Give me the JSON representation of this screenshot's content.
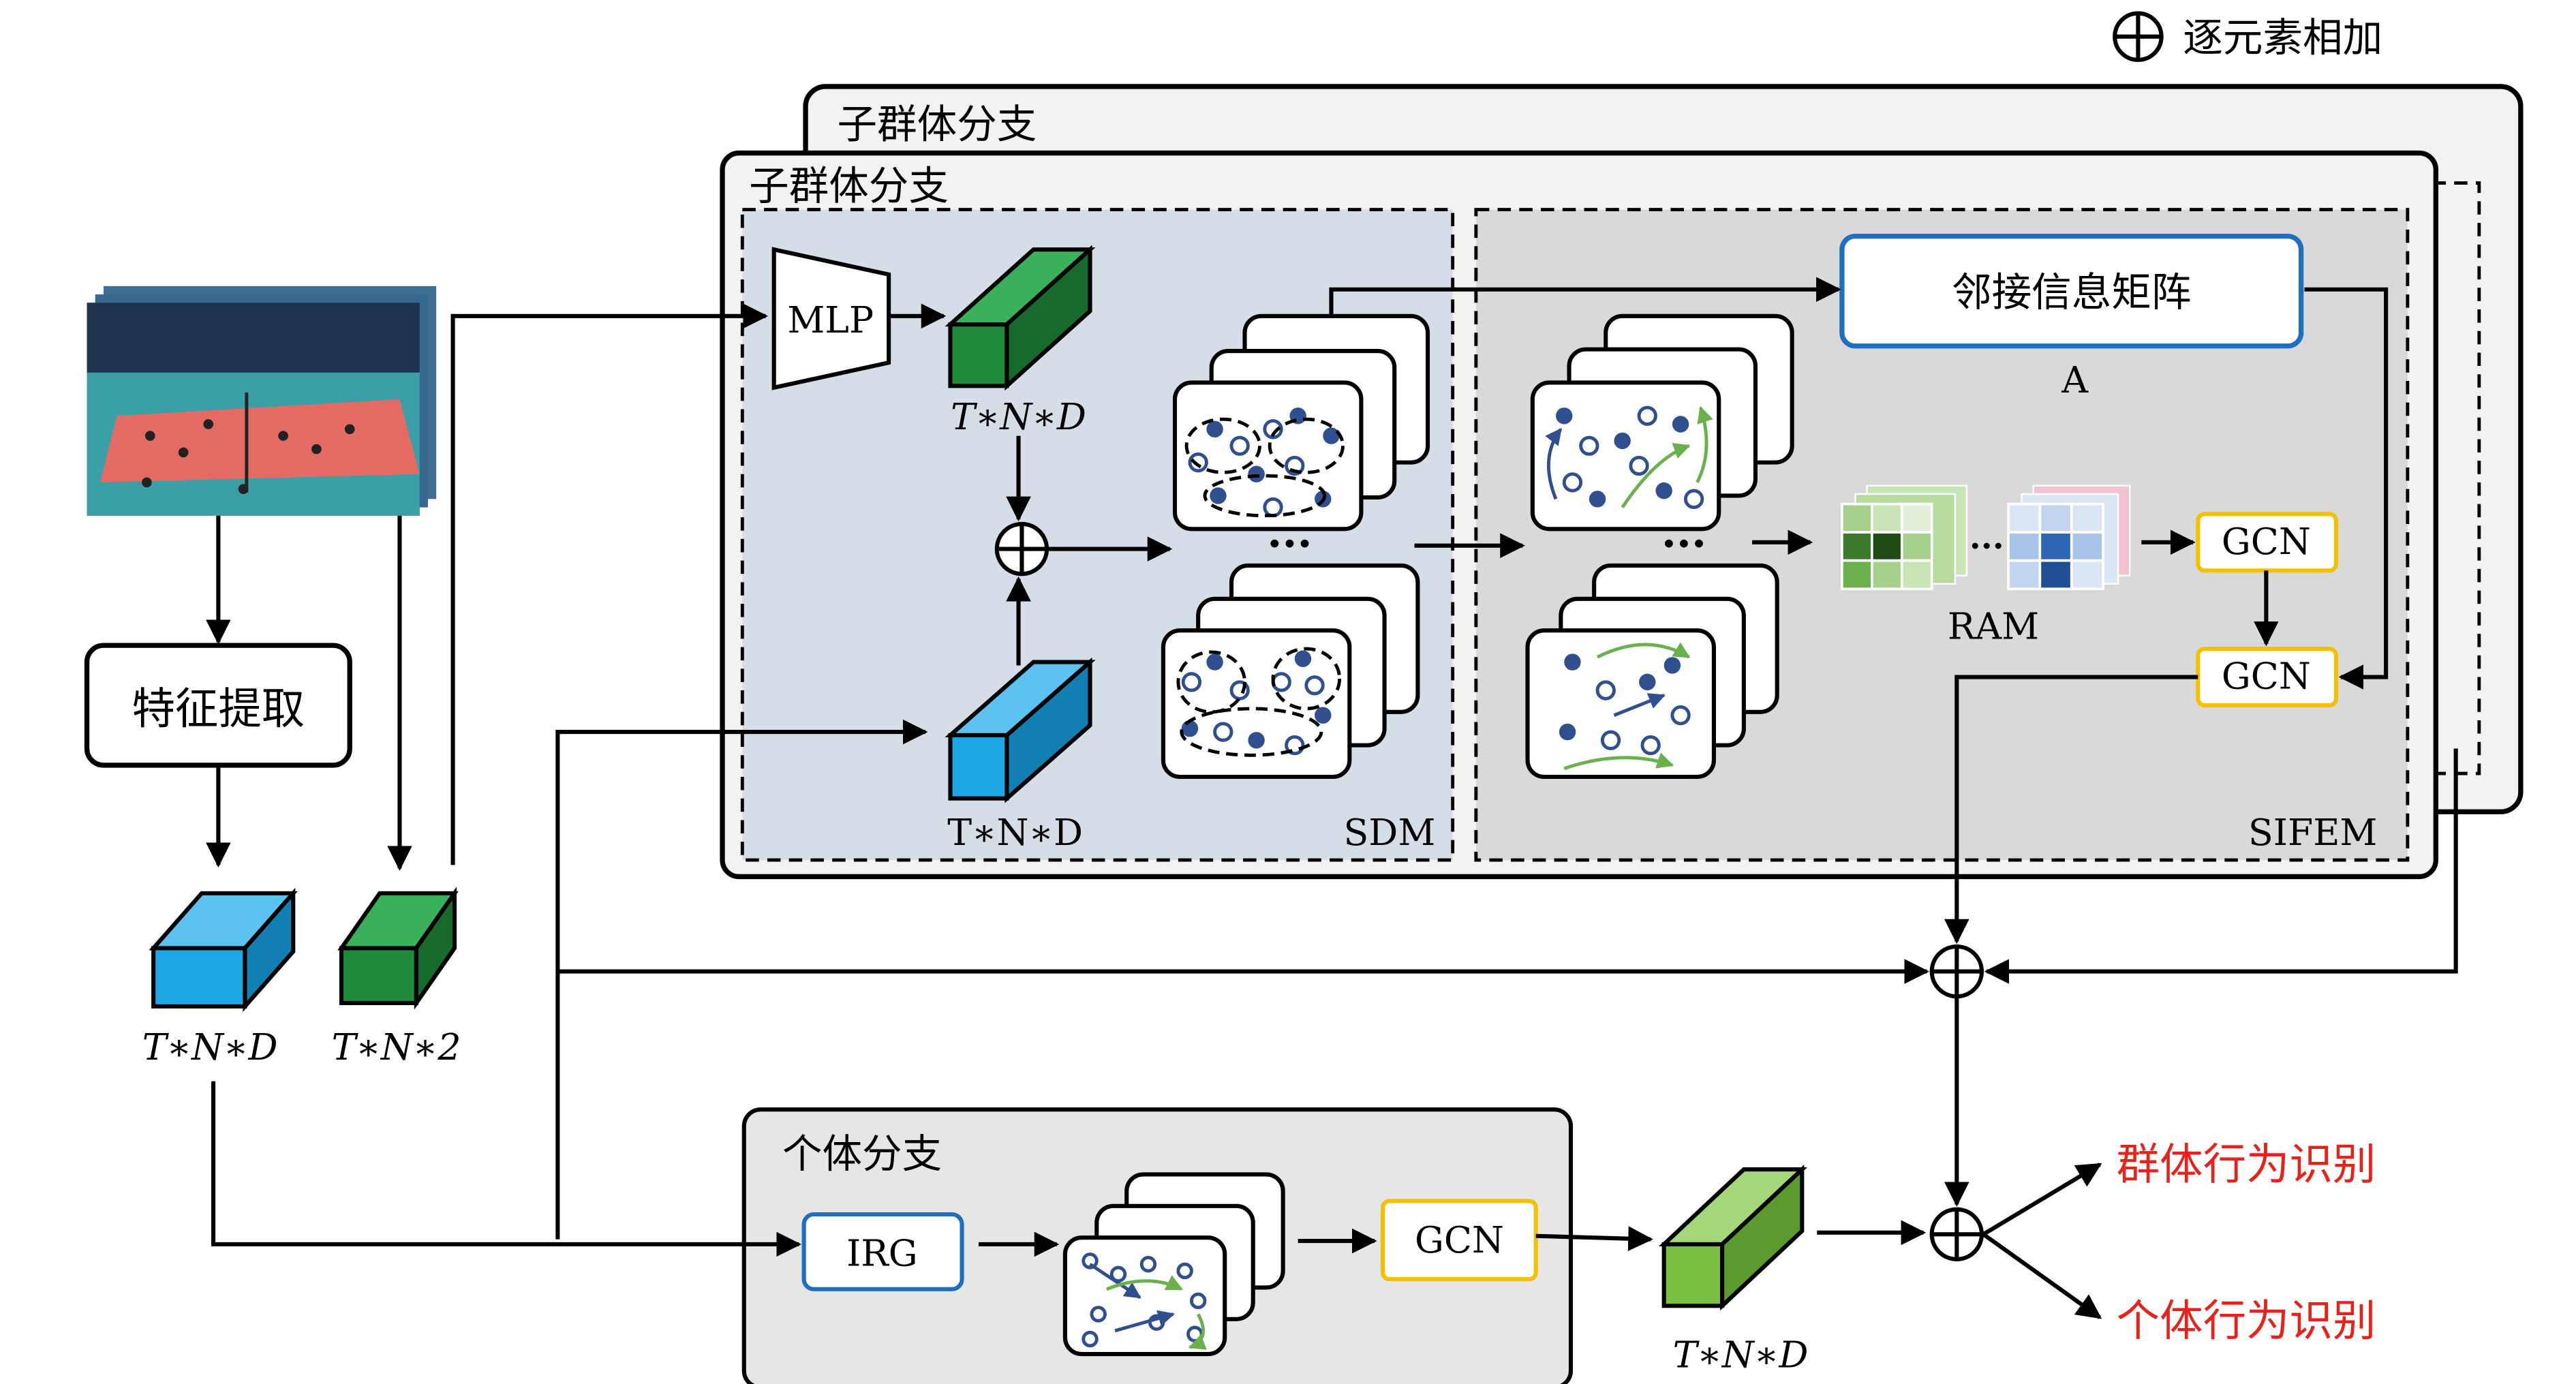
{
  "legend": {
    "text": "逐元素相加"
  },
  "subgroup_branch": {
    "label_back": "子群体分支",
    "label_front": "子群体分支"
  },
  "sdm": {
    "title": "SDM",
    "mlp": "MLP",
    "top_shape": "T∗N∗D",
    "bottom_shape": "T∗N∗D"
  },
  "sifem": {
    "title": "SIFEM",
    "adj_matrix": "邻接信息矩阵",
    "adj_symbol": "A",
    "ram": "RAM",
    "gcn1": "GCN",
    "gcn2": "GCN"
  },
  "left": {
    "feature_extract": "特征提取",
    "shape_blue": "T∗N∗D",
    "shape_green": "T∗N∗2"
  },
  "individual_branch": {
    "title": "个体分支",
    "irg": "IRG",
    "gcn": "GCN",
    "out_shape": "T∗N∗D"
  },
  "outputs": {
    "group": "群体行为识别",
    "individual": "个体行为识别"
  },
  "colors": {
    "blue_box": "#1da7e6",
    "green_box": "#1f8a3a",
    "light_green_box": "#79c042",
    "sdm_bg": "#d5dde7",
    "sifem_bg": "#d9d9d9",
    "yellow_border": "#f5c000",
    "blue_border": "#1f6fbf",
    "output_red": "#e8221b"
  }
}
